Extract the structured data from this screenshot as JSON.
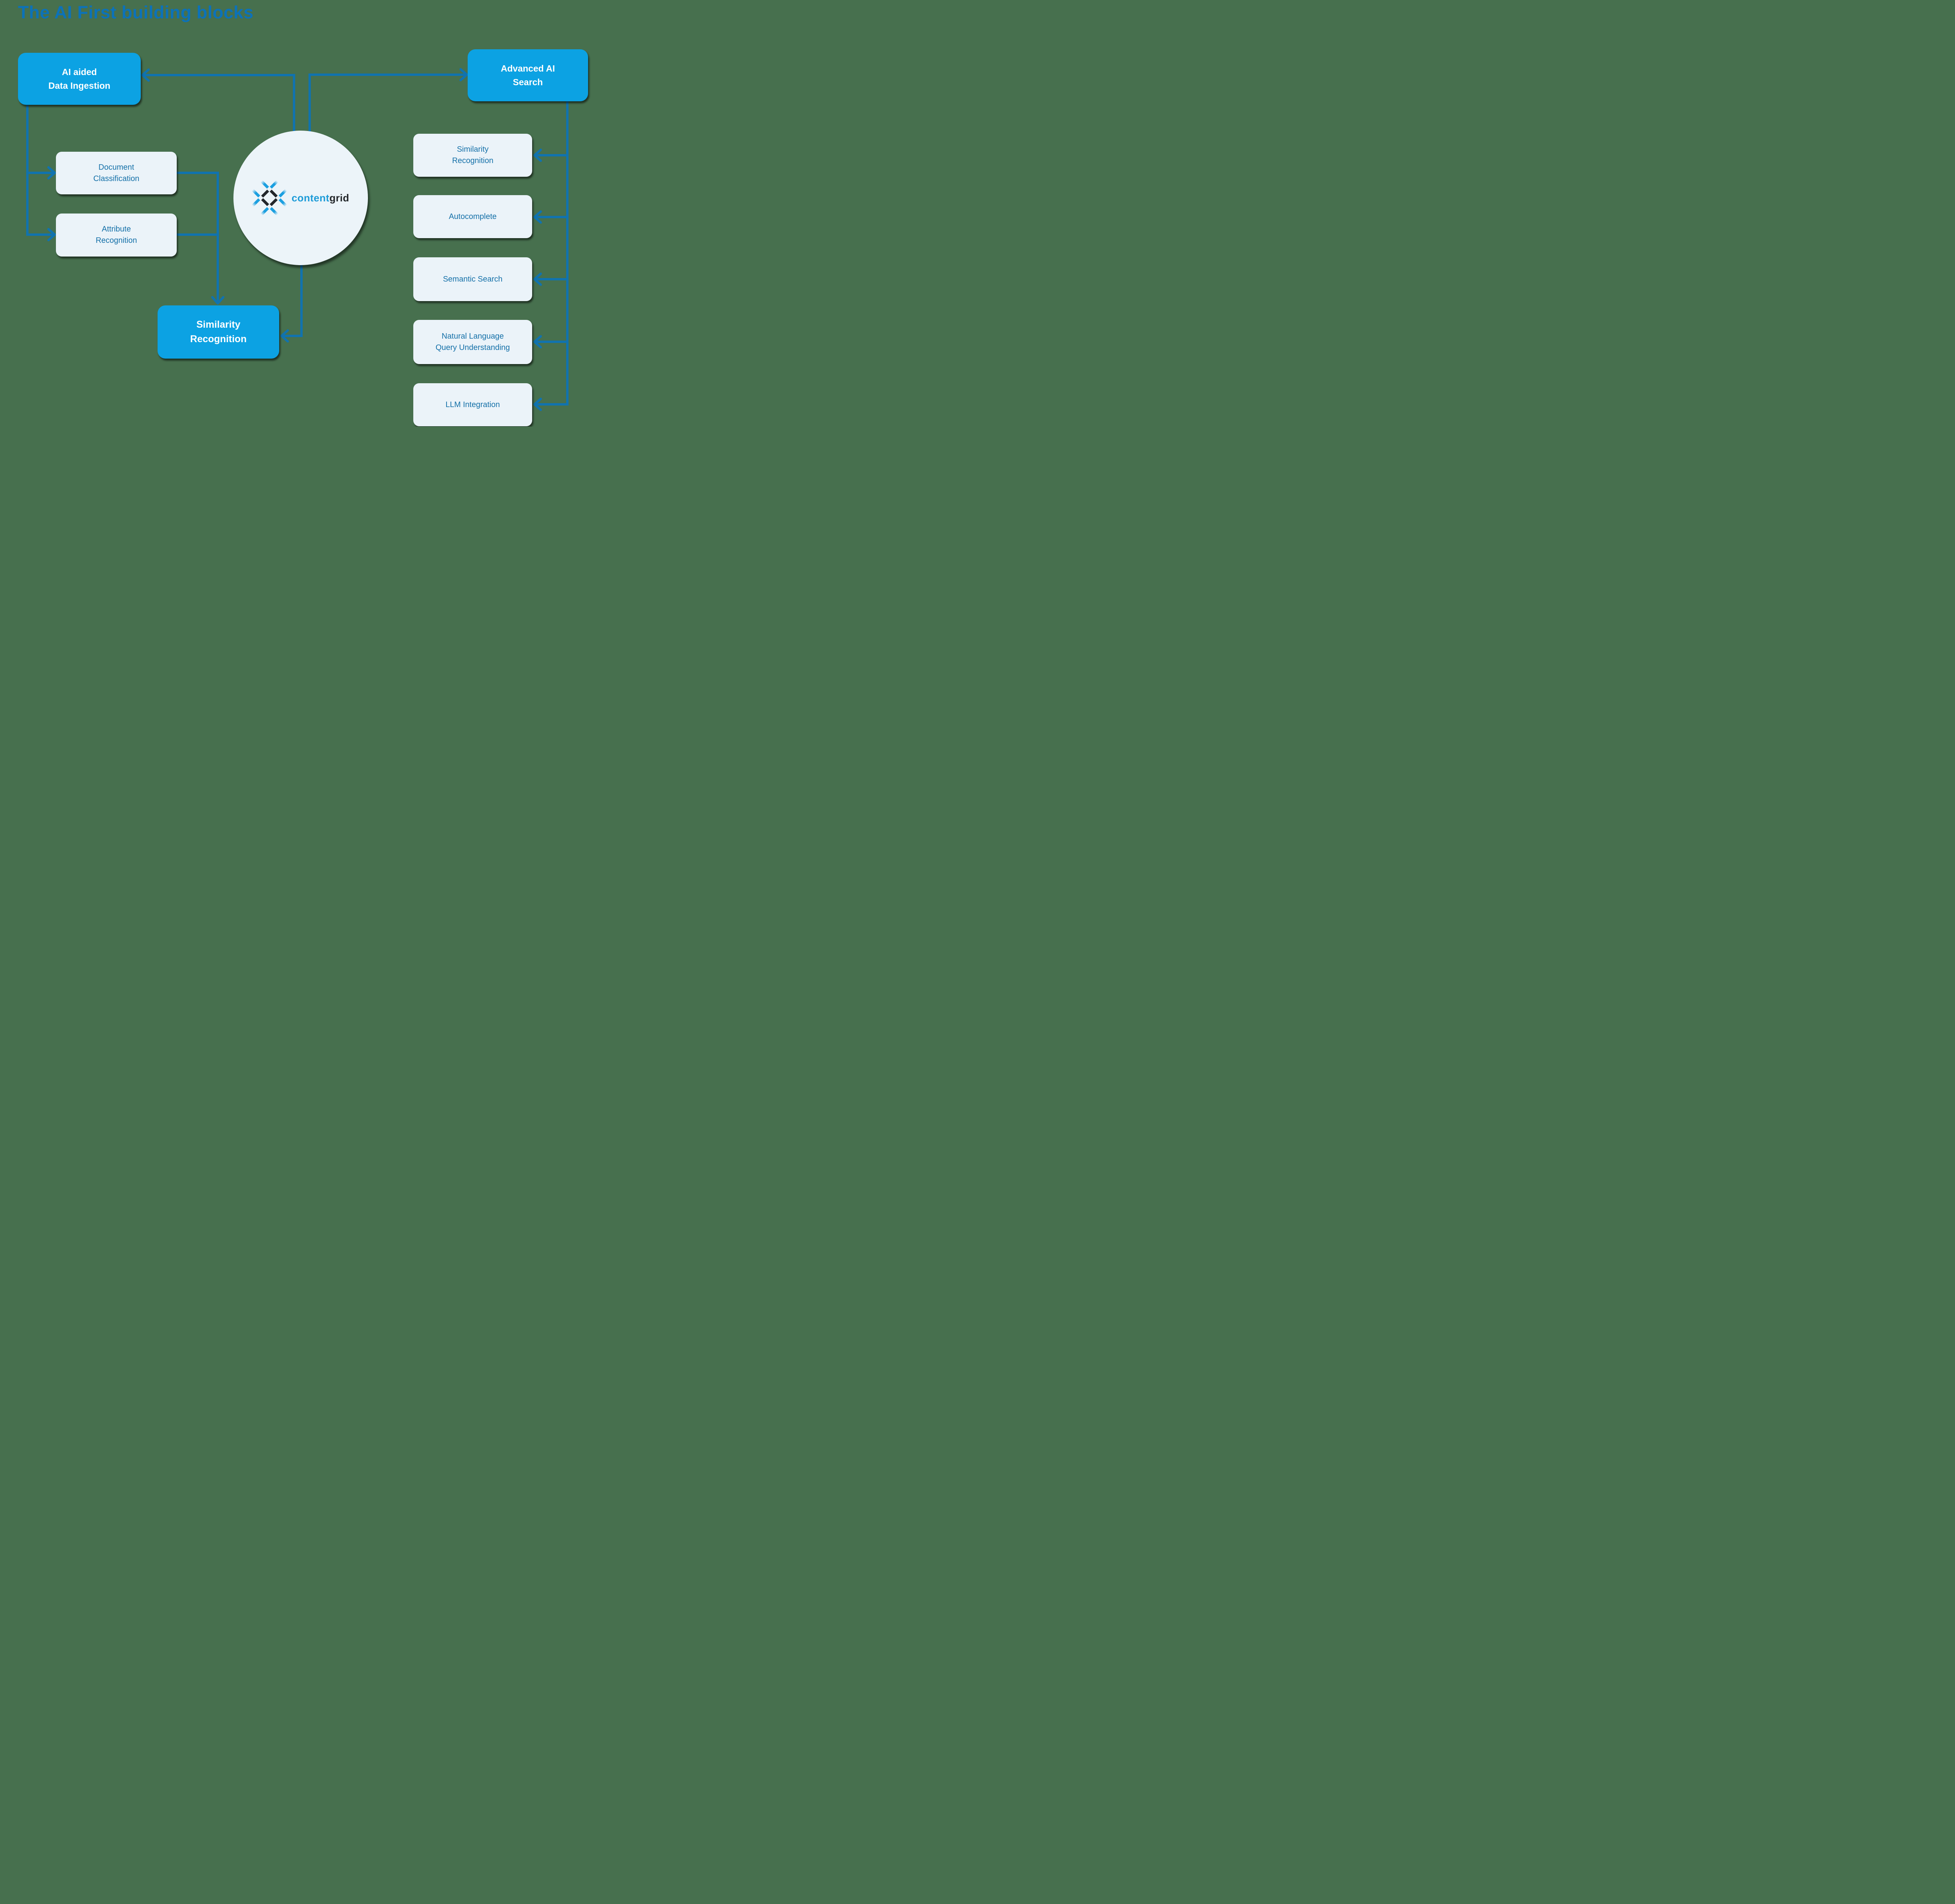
{
  "title": "The AI First building blocks",
  "logo": {
    "brand_primary": "content",
    "brand_secondary": "grid"
  },
  "nodes": {
    "ai_data_ingestion": {
      "label": "AI aided\nData Ingestion",
      "type": "primary"
    },
    "advanced_ai_search": {
      "label": "Advanced AI\nSearch",
      "type": "primary"
    },
    "document_classification": {
      "label": "Document\nClassification",
      "type": "secondary"
    },
    "attribute_recognition": {
      "label": "Attribute\nRecognition",
      "type": "secondary"
    },
    "similarity_recognition_main": {
      "label": "Similarity\nRecognition",
      "type": "primary"
    }
  },
  "search_features": [
    {
      "label": "Similarity\nRecognition"
    },
    {
      "label": "Autocomplete"
    },
    {
      "label": "Semantic Search"
    },
    {
      "label": "Natural Language\nQuery Understanding"
    },
    {
      "label": "LLM Integration"
    }
  ],
  "colors": {
    "background": "#47704E",
    "primary_box": "#0CA2E3",
    "primary_box_text": "#FFFFFF",
    "secondary_box": "#EBF3F9",
    "secondary_box_text": "#1470A8",
    "connector": "#1173AE",
    "title_text": "#0C72B8",
    "logo_blue": "#1E9CD8",
    "logo_dark": "#23272B"
  }
}
